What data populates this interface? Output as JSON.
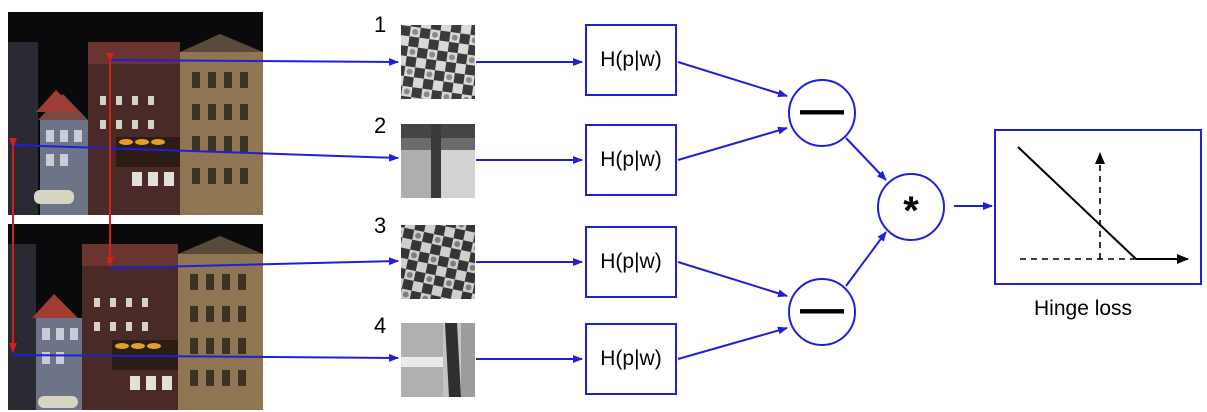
{
  "patch_labels": [
    "1",
    "2",
    "3",
    "4"
  ],
  "network_box_label": "H(p|w)",
  "operators": {
    "difference": "—",
    "product": "*"
  },
  "output_label": "Hinge loss",
  "colors": {
    "flow": "#1f1fd6",
    "correspondence": "#d21f1f"
  }
}
